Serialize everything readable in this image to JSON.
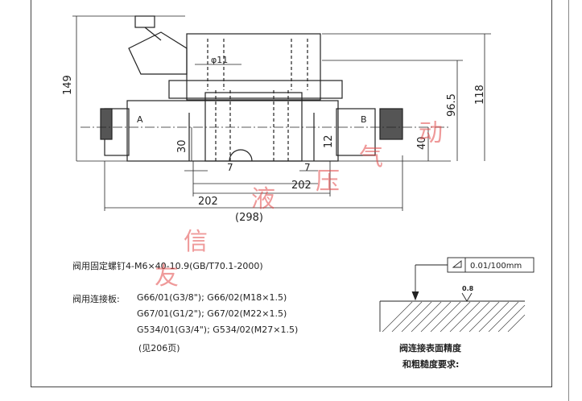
{
  "drawing": {
    "dims": {
      "d149": "149",
      "d118": "118",
      "d96_5": "96.5",
      "d40": "40",
      "d12": "12",
      "d30": "30",
      "phi11": "φ11",
      "d7_left": "7",
      "d7_right": "7",
      "d202_upper": "202",
      "d202_lower": "202",
      "d298": "(298)"
    },
    "port_a": "A",
    "port_b": "B"
  },
  "notes": {
    "bolts": "阀用固定螺钉4-M6×40-10.9(GB/T70.1-2000)",
    "plate_label": "阀用连接板:",
    "plate_line1": "G66/01(G3/8\"); G66/02(M18×1.5)",
    "plate_line2": "G67/01(G1/2\"); G67/02(M22×1.5)",
    "plate_line3": "G534/01(G3/4\"); G534/02(M27×1.5)",
    "plate_ref": "(见206页)"
  },
  "surface": {
    "flatness": "0.01/100mm",
    "roughness": "0.8",
    "caption_line1": "阀连接表面精度",
    "caption_line2": "和粗糙度要求:"
  },
  "watermark": {
    "chars": [
      "友",
      "信",
      "液",
      "压",
      "气",
      "动"
    ]
  }
}
